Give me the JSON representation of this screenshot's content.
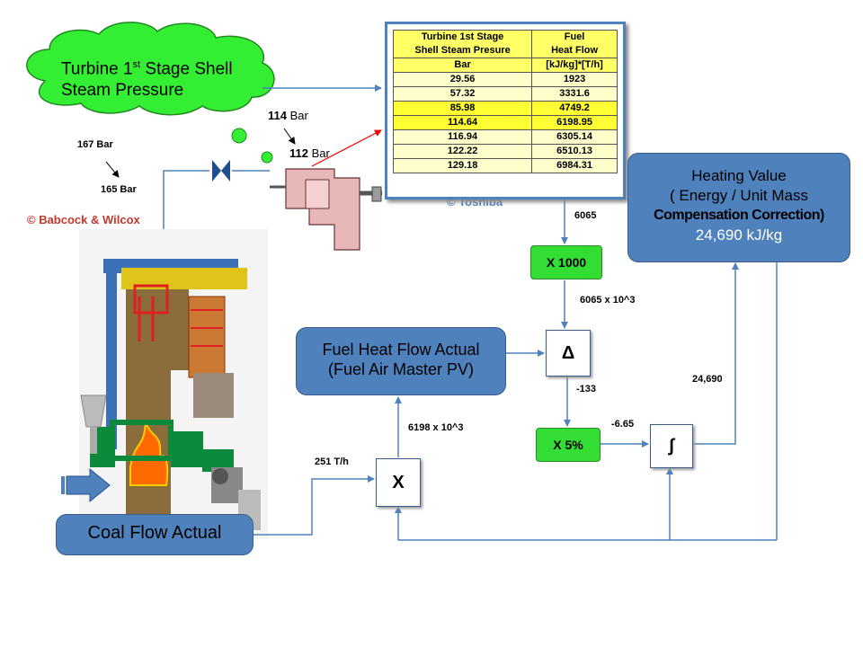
{
  "cloud": {
    "line1_a": "Turbine 1",
    "line1_sup": "st",
    "line1_b": " Stage Shell",
    "line2": "Steam Pressure"
  },
  "pressures": {
    "p167": "167 Bar",
    "p165": "165 Bar",
    "p114_num": "114",
    "p114_unit": " Bar",
    "p112_num": "112",
    "p112_unit": " Bar"
  },
  "credits": {
    "bw": "© Babcock & Wilcox",
    "toshiba": "© Toshiba"
  },
  "lookup_table": {
    "header": [
      "Turbine 1st Stage\nShell Steam Presure",
      "Fuel\nHeat Flow"
    ],
    "units": [
      "Bar",
      "[kJ/kg]*[T/h]"
    ],
    "rows": [
      [
        "29.56",
        "1923"
      ],
      [
        "57.32",
        "3331.6"
      ],
      [
        "85.98",
        "4749.2"
      ],
      [
        "114.64",
        "6198.95"
      ],
      [
        "116.94",
        "6305.14"
      ],
      [
        "122.22",
        "6510.13"
      ],
      [
        "129.18",
        "6984.31"
      ]
    ]
  },
  "blocks": {
    "x1000": "X 1000",
    "delta": "Δ",
    "x5": "X 5%",
    "integral": "∫",
    "mult": "X",
    "fuel_heat_line1": "Fuel Heat Flow Actual",
    "fuel_heat_line2": "(Fuel Air Master PV)",
    "heating_line1": "Heating Value",
    "heating_line2": "( Energy / Unit Mass",
    "heating_line3": "Compensation Correction)",
    "heating_value": "24,690 kJ/kg",
    "coal_flow": "Coal Flow Actual"
  },
  "signals": {
    "s6065": "6065",
    "s6065x": "6065 x 10^3",
    "s133": "-133",
    "s665": "-6.65",
    "s24690": "24,690",
    "s6198": "6198 x 10^3",
    "s251": "251 T/h"
  },
  "colors": {
    "block_blue": "#4f81bd",
    "green": "#33dd33",
    "cloud": "#33ee33",
    "line_blue": "#4f81bd"
  }
}
